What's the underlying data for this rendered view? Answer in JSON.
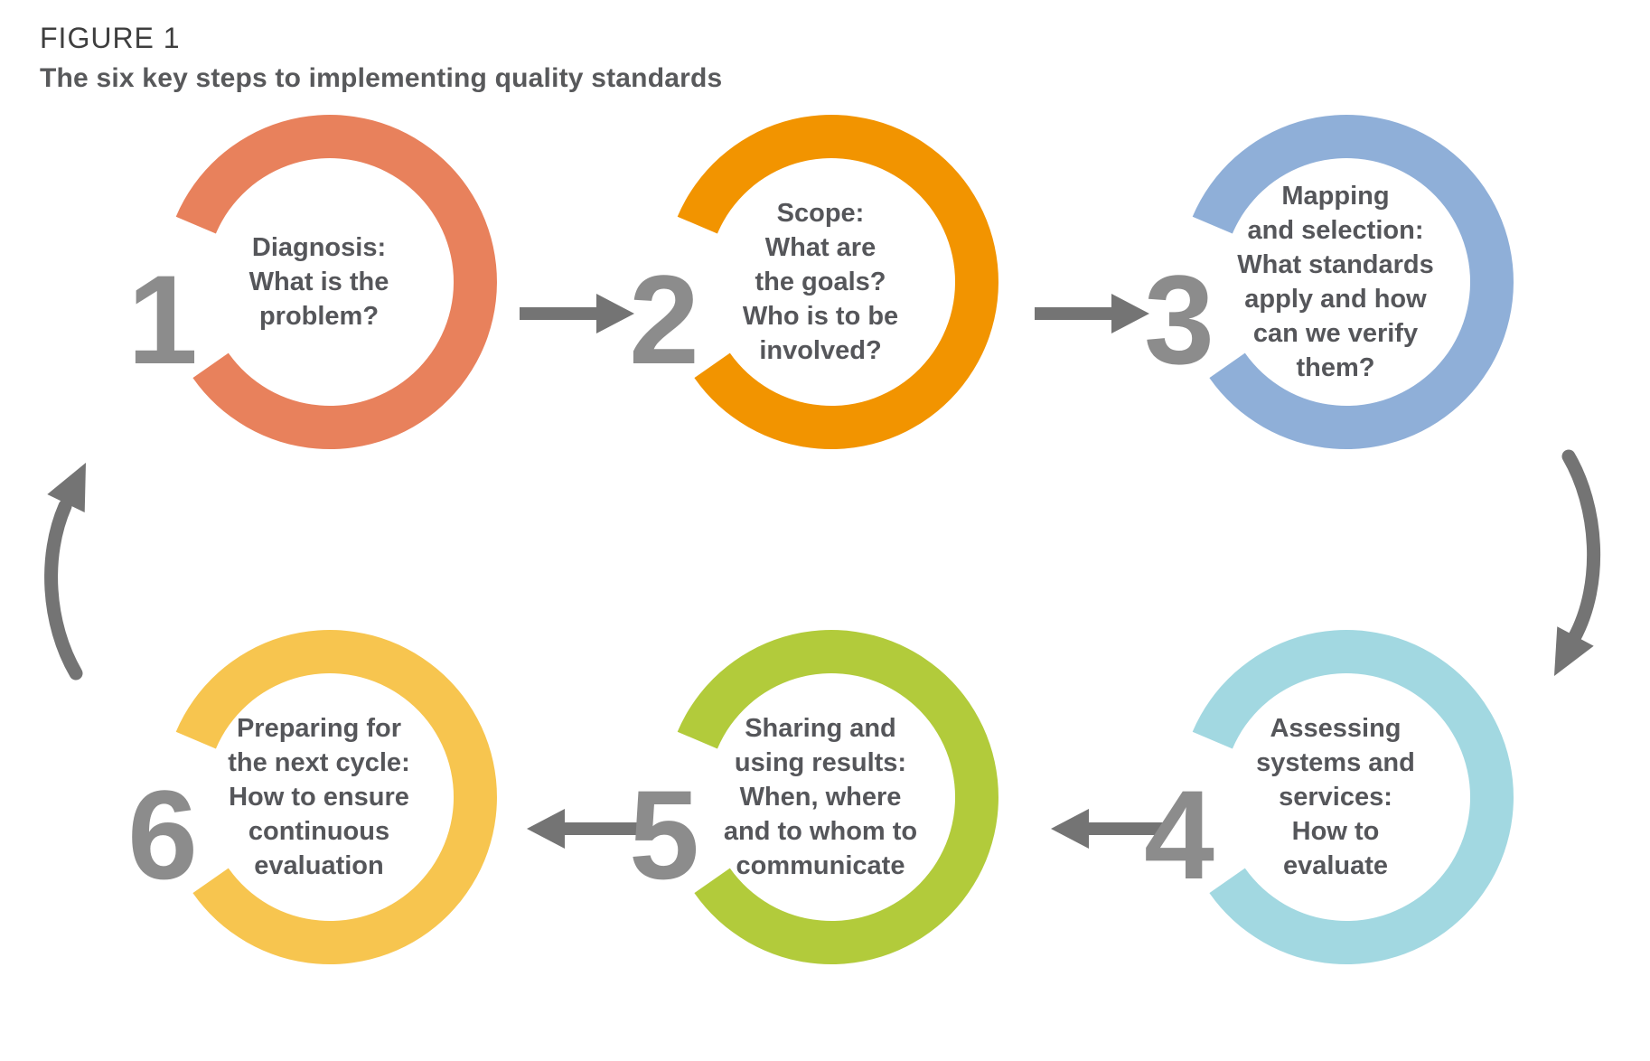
{
  "figure": {
    "label": "FIGURE 1",
    "title": "The six key steps to implementing quality standards"
  },
  "steps": [
    {
      "number": "1",
      "title": "Diagnosis:\nWhat is the\nproblem?",
      "ring_color": "#E8815C"
    },
    {
      "number": "2",
      "title": "Scope:\nWhat are\nthe goals?\nWho is to be\ninvolved?",
      "ring_color": "#F29400"
    },
    {
      "number": "3",
      "title": "Mapping\nand selection:\nWhat standards\napply and how\ncan we verify\nthem?",
      "ring_color": "#8FAFD8"
    },
    {
      "number": "4",
      "title": "Assessing\nsystems and\nservices:\nHow to\nevaluate",
      "ring_color": "#A2D8E1"
    },
    {
      "number": "5",
      "title": "Sharing and\nusing results:\nWhen, where\nand to whom to\ncommunicate",
      "ring_color": "#B2CB3B"
    },
    {
      "number": "6",
      "title": "Preparing for\nthe next cycle:\nHow to ensure\ncontinuous\nevaluation",
      "ring_color": "#F7C54F"
    }
  ],
  "flow": {
    "direction": "clockwise cycle",
    "connectors": [
      "step1-to-step2",
      "step2-to-step3",
      "step3-to-step4",
      "step4-to-step5",
      "step5-to-step6",
      "step6-to-step1"
    ]
  },
  "colors": {
    "number_gray": "#8C8C8C",
    "arrow_gray": "#747474",
    "step_text": "#55565A",
    "figure_label_text": "#3E3E3E",
    "title_text": "#58595B"
  }
}
